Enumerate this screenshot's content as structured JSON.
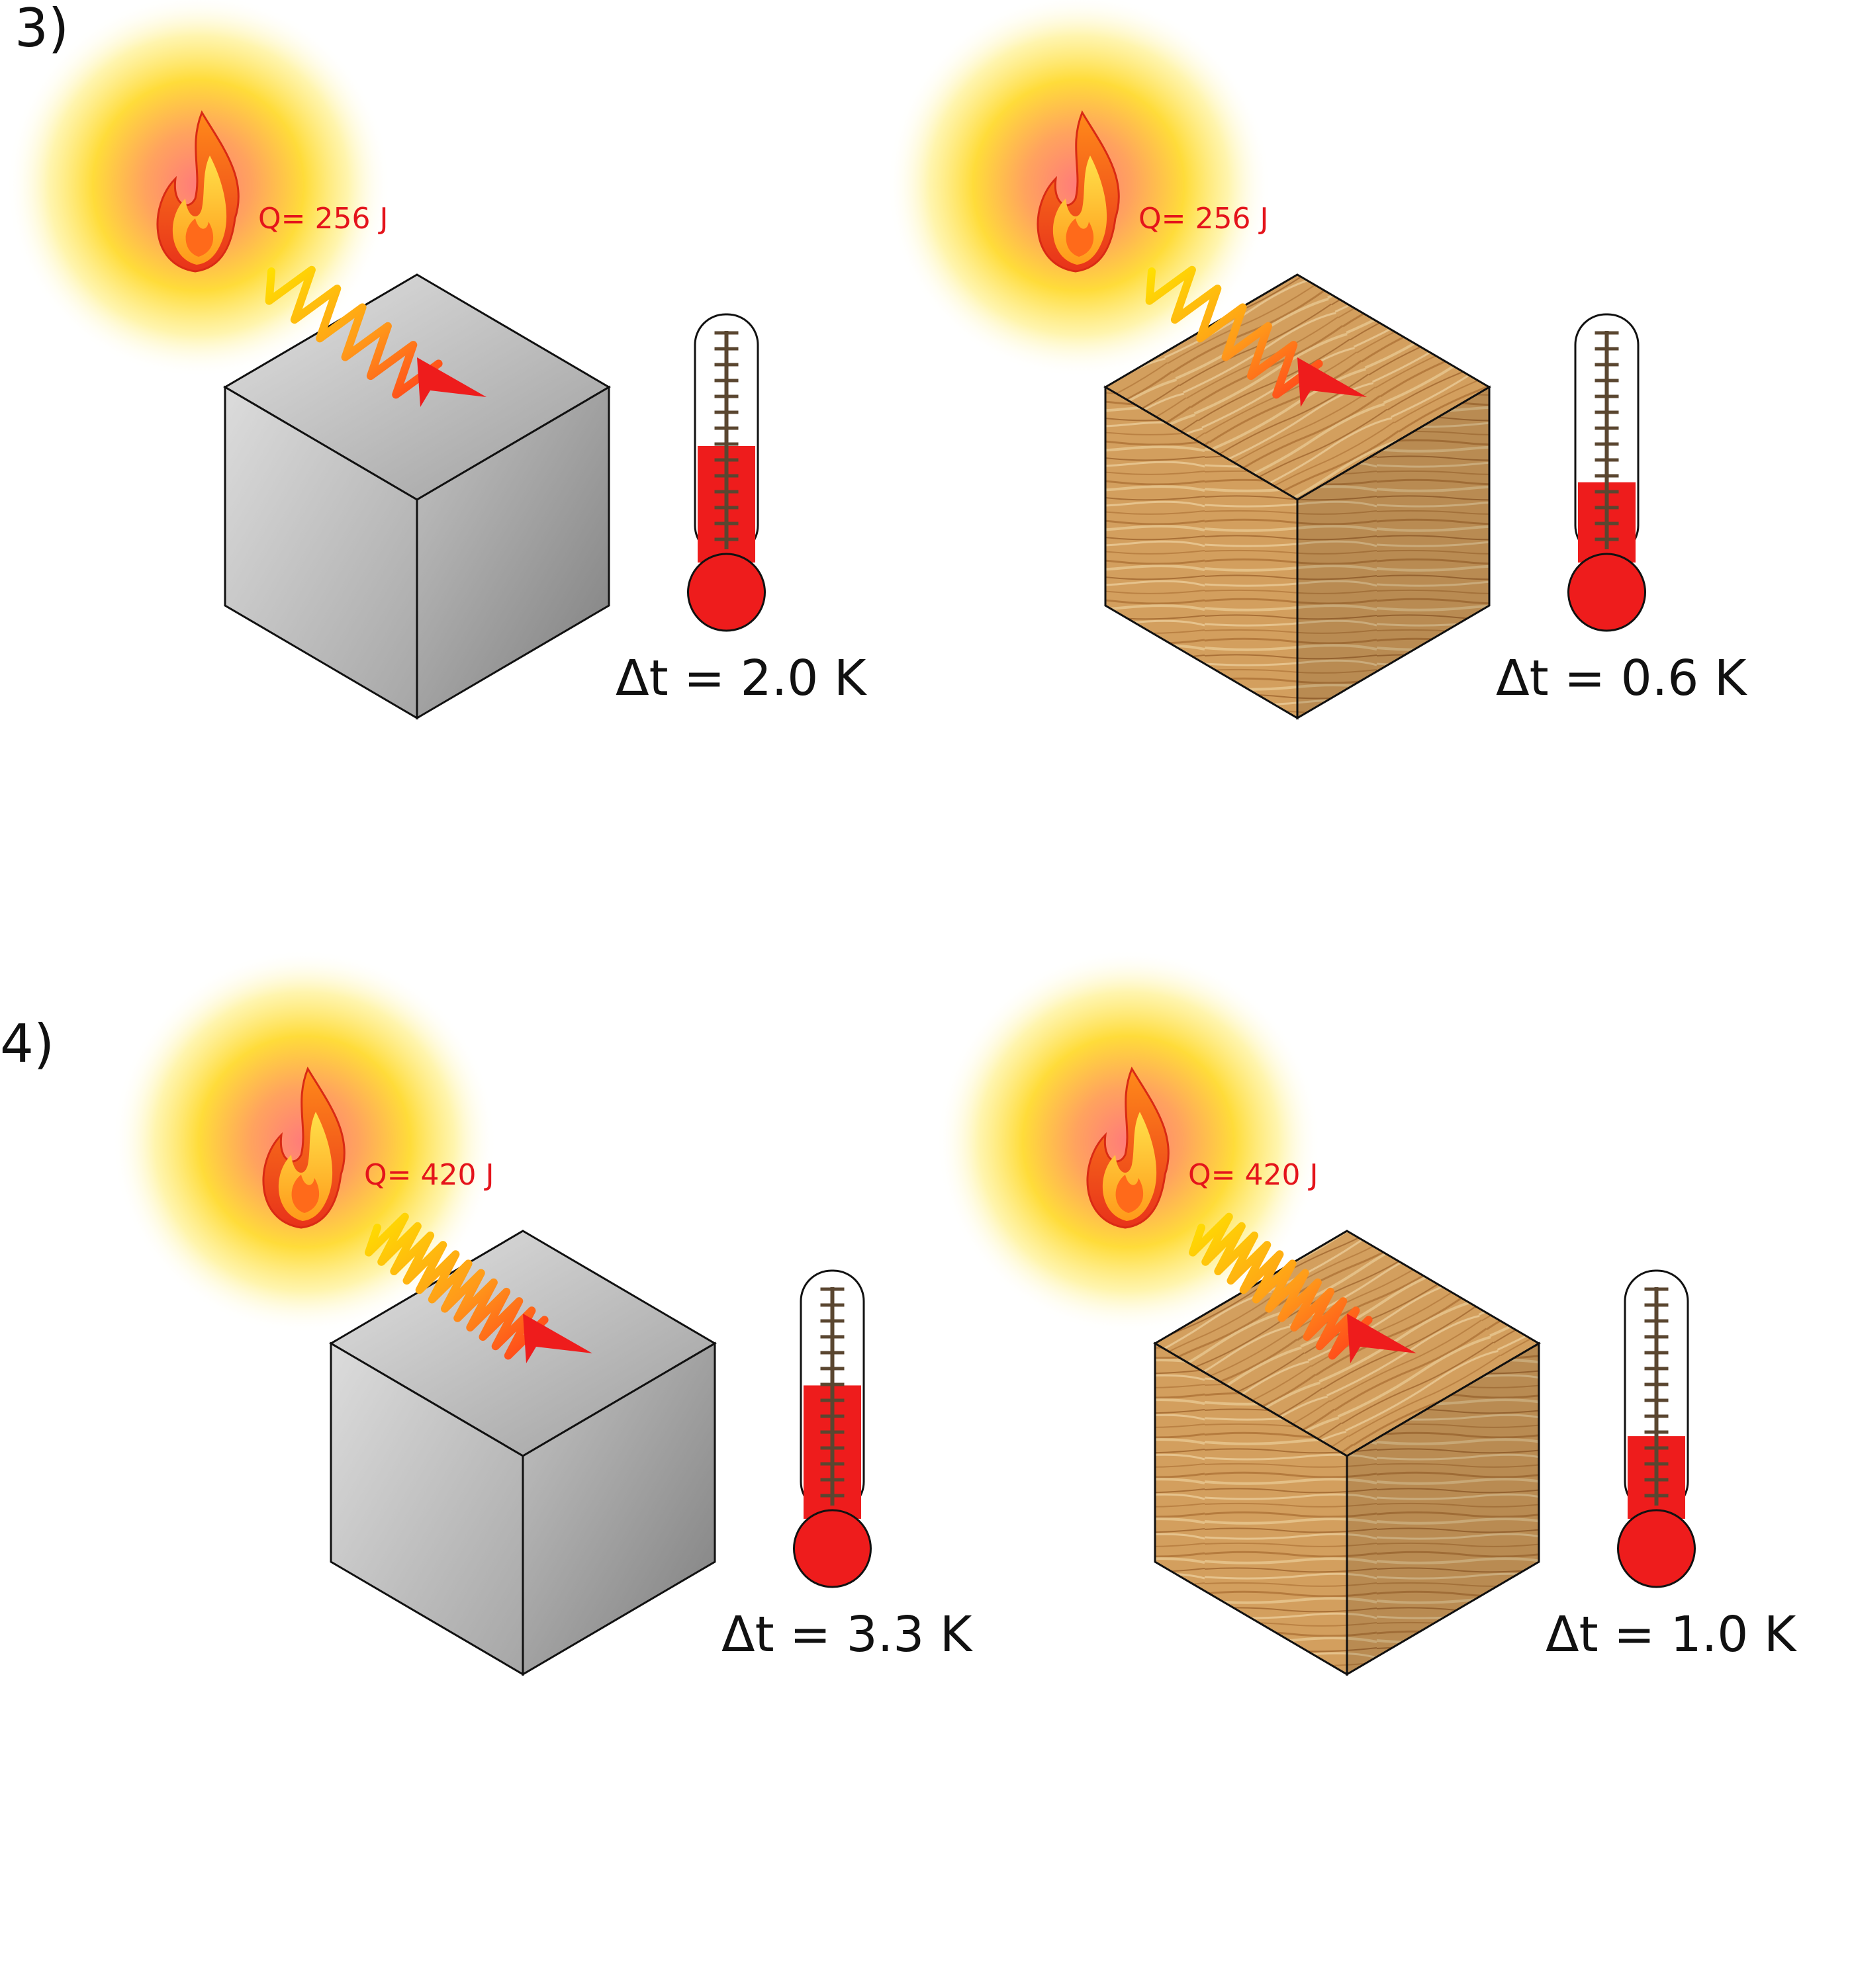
{
  "rows": [
    {
      "label": "3)",
      "panels": [
        {
          "material": "metal",
          "heat": "Q= 256 J",
          "delta_t": "Δt = 2.0 K",
          "thermometer_fill": 0.4,
          "coil_turns": 6
        },
        {
          "material": "wood",
          "heat": "Q= 256 J",
          "delta_t": "Δt = 0.6 K",
          "thermometer_fill": 0.25,
          "coil_turns": 6
        }
      ]
    },
    {
      "label": "4)",
      "panels": [
        {
          "material": "metal",
          "heat": "Q= 420 J",
          "delta_t": "Δt = 3.3 K",
          "thermometer_fill": 0.47,
          "coil_turns": 12
        },
        {
          "material": "wood",
          "heat": "Q= 420 J",
          "delta_t": "Δt = 1.0 K",
          "thermometer_fill": 0.26,
          "coil_turns": 12
        }
      ]
    }
  ],
  "colors": {
    "heat_text": "#e4141b",
    "mercury": "#ee1c1c",
    "metal_light": "#d9d9d9",
    "metal_dark": "#8f8f8f",
    "wood_light": "#e6be85",
    "wood_dark": "#a8743a",
    "glow": "#ffe95c",
    "outline": "#111111"
  }
}
